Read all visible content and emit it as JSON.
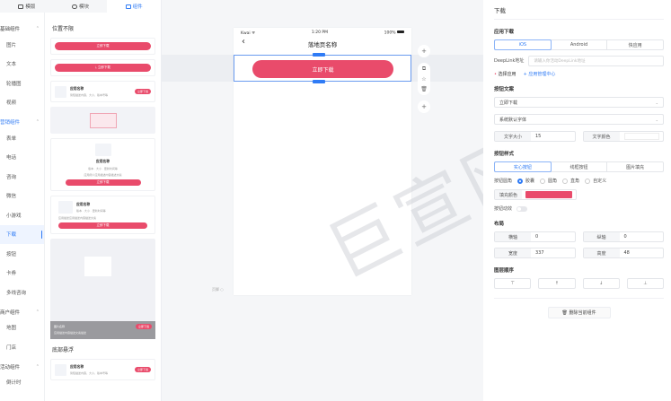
{
  "left_panel": {
    "tabs": [
      {
        "label": "模版",
        "icon": "template-icon",
        "active": false
      },
      {
        "label": "模块",
        "icon": "module-icon",
        "active": false
      },
      {
        "label": "组件",
        "icon": "component-icon",
        "active": true
      }
    ],
    "categories": [
      {
        "title": "基础组件",
        "highlight": false,
        "items": [
          "图片",
          "文本",
          "轮播图",
          "视频"
        ]
      },
      {
        "title": "营销组件",
        "highlight": true,
        "items": [
          "表单",
          "电话",
          "咨询",
          "微信",
          "小游戏",
          "下载",
          "按钮",
          "卡券",
          "多线咨询"
        ]
      },
      {
        "title": "商户组件",
        "highlight": false,
        "items": [
          "地图",
          "门店"
        ]
      },
      {
        "title": "活动组件",
        "highlight": false,
        "items": [
          "倒计时"
        ]
      }
    ],
    "active_item": "下载",
    "sections": [
      {
        "title": "位置不限",
        "cards": [
          {
            "type": "button",
            "label": "立即下载"
          },
          {
            "type": "button-icon",
            "label": "⤓ 立即下载"
          },
          {
            "type": "row",
            "name": "应用名称",
            "desc": "简短描述内容，大小，版本号等",
            "button": "立即下载"
          },
          {
            "type": "image"
          },
          {
            "type": "center",
            "name": "应用名称",
            "meta": "版本 · 大小 · 更新时间等",
            "desc": "应用简介应用描述内容描述文案",
            "button": "立即下载"
          },
          {
            "type": "row-desc",
            "name": "应用名称",
            "meta": "版本 · 大小 · 更新时间等",
            "desc": "应用描述应用描述内容描述文案",
            "button": "立即下载"
          },
          {
            "type": "banner",
            "name": "图片名称",
            "desc": "应用描述内容描述文案描述",
            "button": "立即下载"
          }
        ]
      },
      {
        "title": "底部悬浮",
        "cards": [
          {
            "type": "row",
            "name": "应用名称",
            "desc": "简短描述内容，大小，版本号等",
            "button": "立即下载"
          }
        ]
      }
    ]
  },
  "canvas": {
    "status_bar": {
      "carrier": "Kwai ᯤ",
      "time": "1:20 PM",
      "battery": "100%"
    },
    "page_title": "落地页名称",
    "download_button_label": "立即下载",
    "bottom_label": "页脚 ○",
    "watermark": "巨宣网络",
    "toolbar": [
      "add-icon",
      "copy-icon",
      "star-icon",
      "delete-icon",
      "add-icon"
    ]
  },
  "right_panel": {
    "title": "下载",
    "app_download": {
      "section": "应用下载",
      "platforms": [
        "iOS",
        "Android",
        "快应用"
      ],
      "active_platform": "iOS",
      "deeplink_label": "DeepLink地址",
      "deeplink_placeholder": "请输入你活动DeepLink地址",
      "select_app": "选择应用",
      "app_center_link": "+ 应用管理中心"
    },
    "button_text": {
      "section": "按钮文案",
      "text_value": "立即下载",
      "font_value": "系统默认字体",
      "font_size_label": "文字大小",
      "font_size_value": "15",
      "font_color_label": "文字颜色",
      "font_color_value": "#ffffff"
    },
    "button_style": {
      "section": "按钮样式",
      "styles": [
        "实心按钮",
        "线框按钮",
        "图片填充"
      ],
      "active_style": "实心按钮",
      "corner_label": "按钮圆角",
      "corners": [
        "胶囊",
        "圆角",
        "直角",
        "自定义"
      ],
      "active_corner": "胶囊",
      "fill_label": "填充颜色",
      "fill_color": "#e94b6b",
      "animation_label": "按钮动效",
      "animation_on": false
    },
    "layout": {
      "section": "布局",
      "fields": [
        {
          "label": "横轴",
          "value": "0"
        },
        {
          "label": "纵轴",
          "value": "0"
        },
        {
          "label": "宽度",
          "value": "337"
        },
        {
          "label": "高度",
          "value": "48"
        }
      ]
    },
    "layer_order": {
      "section": "图层顺序",
      "buttons": [
        "⊤",
        "↑",
        "↓",
        "⊥"
      ]
    },
    "delete_button": "🗑 删除当前组件"
  }
}
